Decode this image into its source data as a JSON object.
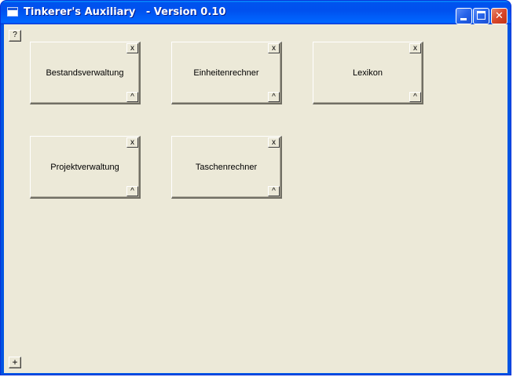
{
  "window": {
    "title": "Tinkerer's Auxiliary   - Version 0.10",
    "controls": {
      "minimize": "",
      "maximize": "",
      "close": "✕"
    }
  },
  "toolbar": {
    "help_label": "?",
    "add_label": "+"
  },
  "modules": [
    {
      "label": "Bestandsverwaltung",
      "close": "x",
      "collapse": "^"
    },
    {
      "label": "Einheitenrechner",
      "close": "x",
      "collapse": "^"
    },
    {
      "label": "Lexikon",
      "close": "x",
      "collapse": "^"
    },
    {
      "label": "Projektverwaltung",
      "close": "x",
      "collapse": "^"
    },
    {
      "label": "Taschenrechner",
      "close": "x",
      "collapse": "^"
    }
  ],
  "colors": {
    "titlebar": "#0054e3",
    "client_bg": "#ece9d8",
    "close_button": "#d9482a"
  }
}
